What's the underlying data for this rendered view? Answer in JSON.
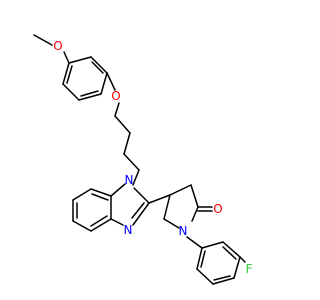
{
  "molecule": {
    "atom_labels": {
      "O_methoxy": "O",
      "O_ether": "O",
      "N_imidazole_1": "N",
      "N_imidazole_3": "N",
      "O_carbonyl": "O",
      "N_lactam": "N",
      "F": "F"
    },
    "colors": {
      "bond": "#000000",
      "oxygen": "#ff0000",
      "nitrogen": "#0000ff",
      "fluorine": "#33cc33"
    }
  }
}
